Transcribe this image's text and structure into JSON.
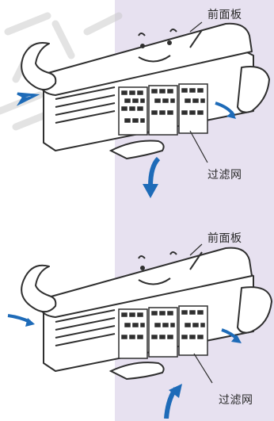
{
  "colors": {
    "panel": "#e7e1f0",
    "stroke": "#2f2f2f",
    "arrow": "#1e6bb8"
  },
  "top": {
    "front_panel_label": "前面板",
    "filter_label": "过滤网"
  },
  "bottom": {
    "front_panel_label": "前面板",
    "filter_label": "过滤网"
  },
  "icons": [
    "arrow-up-icon",
    "arrow-down-icon",
    "arrow-left-icon",
    "arrow-right-icon"
  ]
}
